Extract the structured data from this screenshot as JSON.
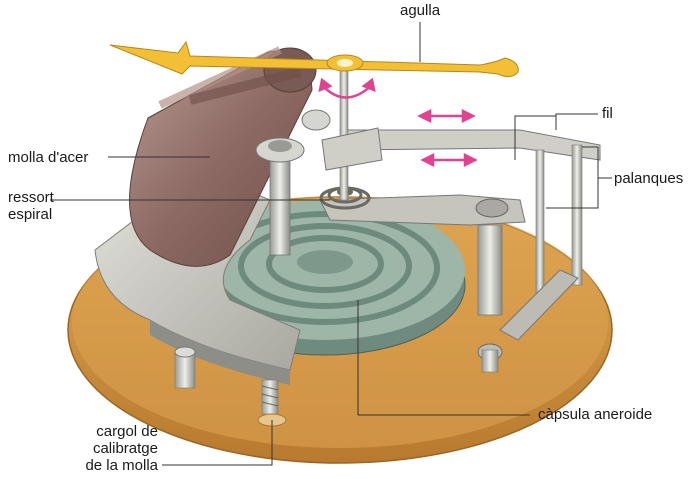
{
  "diagram": {
    "labels": {
      "agulla": "agulla",
      "fil": "fil",
      "molla_acer": "molla d'acer",
      "palanques": "palanques",
      "ressort": [
        "ressort",
        "espiral"
      ],
      "capsula": "càpsula aneroide",
      "cargol": [
        "cargol de",
        "calibratge",
        "de la molla"
      ]
    },
    "colors": {
      "base_plate": "#d89a45",
      "needle": "#f0b82a",
      "spring": "#9a7770",
      "frame": "#c9c9c2",
      "capsule": "#8fa99a",
      "arrows": "#e0438f",
      "leader": "#333333"
    }
  }
}
